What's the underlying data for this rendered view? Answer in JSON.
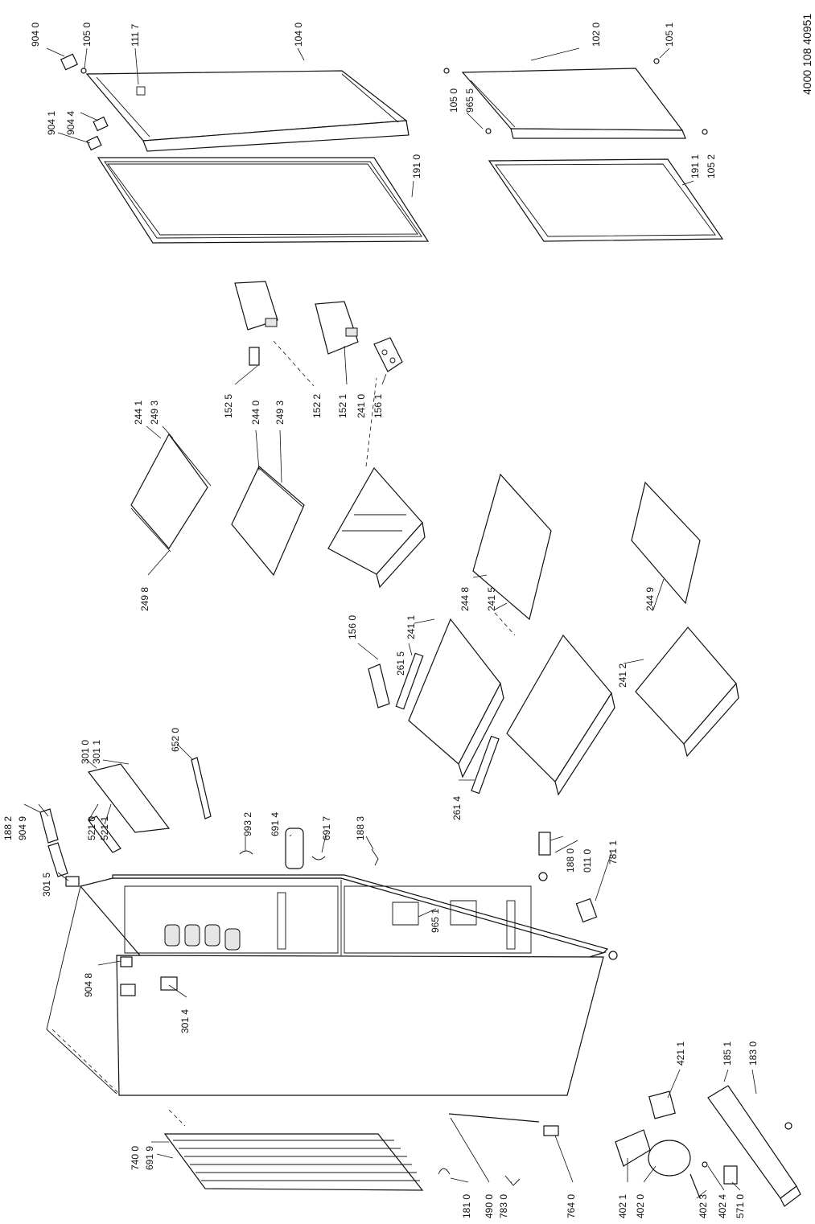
{
  "document_code": "4000 108 40951",
  "callouts": [
    "904 0",
    "105 0",
    "111 7",
    "104 0",
    "102 0",
    "105 1",
    "904 1",
    "904 4",
    "191 0",
    "105 0",
    "965 5",
    "191 1",
    "105 2",
    "244 1",
    "249 3",
    "244 0",
    "249 3",
    "152 5",
    "152 2",
    "152 1",
    "241 0",
    "156 1",
    "249 8",
    "244 8",
    "241 5",
    "244 9",
    "156 0",
    "241 1",
    "261 5",
    "241 2",
    "301 0",
    "301 1",
    "652 0",
    "188 2",
    "904 9",
    "521 0",
    "521 1",
    "301 5",
    "993 2",
    "691 4",
    "691 7",
    "188 3",
    "188 0",
    "011 0",
    "781 1",
    "261 4",
    "904 8",
    "965 1",
    "301 4",
    "740 0",
    "691 9",
    "421 1",
    "185 1",
    "183 0",
    "181 0",
    "490 0",
    "783 0",
    "764 0",
    "402 1",
    "402 0",
    "402 3",
    "402 4",
    "571 0"
  ]
}
